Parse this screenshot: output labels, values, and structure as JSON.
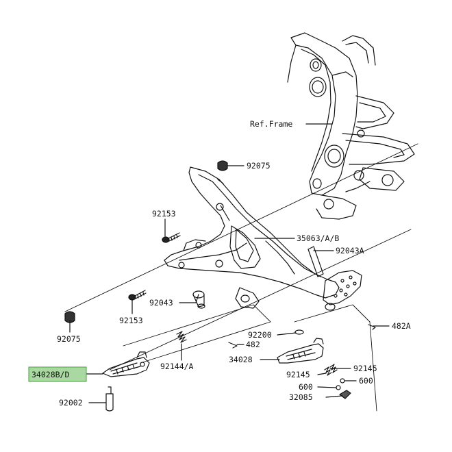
{
  "callouts": {
    "ref_frame": "Ref.Frame",
    "p92075_top": "92075",
    "p92153_top": "92153",
    "p35063": "35063/A/B",
    "p92043A": "92043A",
    "p92043": "92043",
    "p92153_bottom": "92153",
    "p482A": "482A",
    "p92075_bottom": "92075",
    "p92200": "92200",
    "p482": "482",
    "p34028": "34028",
    "p92145_right": "92145",
    "p92144A": "92144/A",
    "p92145_left": "92145",
    "p600_right": "600",
    "p600_left": "600",
    "p34028BD": "34028B/D",
    "p32085": "32085",
    "p92002": "92002"
  },
  "highlight": {
    "fill": "#a9d9a0",
    "part": "34028B/D"
  },
  "colors": {
    "line": "#111111",
    "background": "#ffffff"
  }
}
